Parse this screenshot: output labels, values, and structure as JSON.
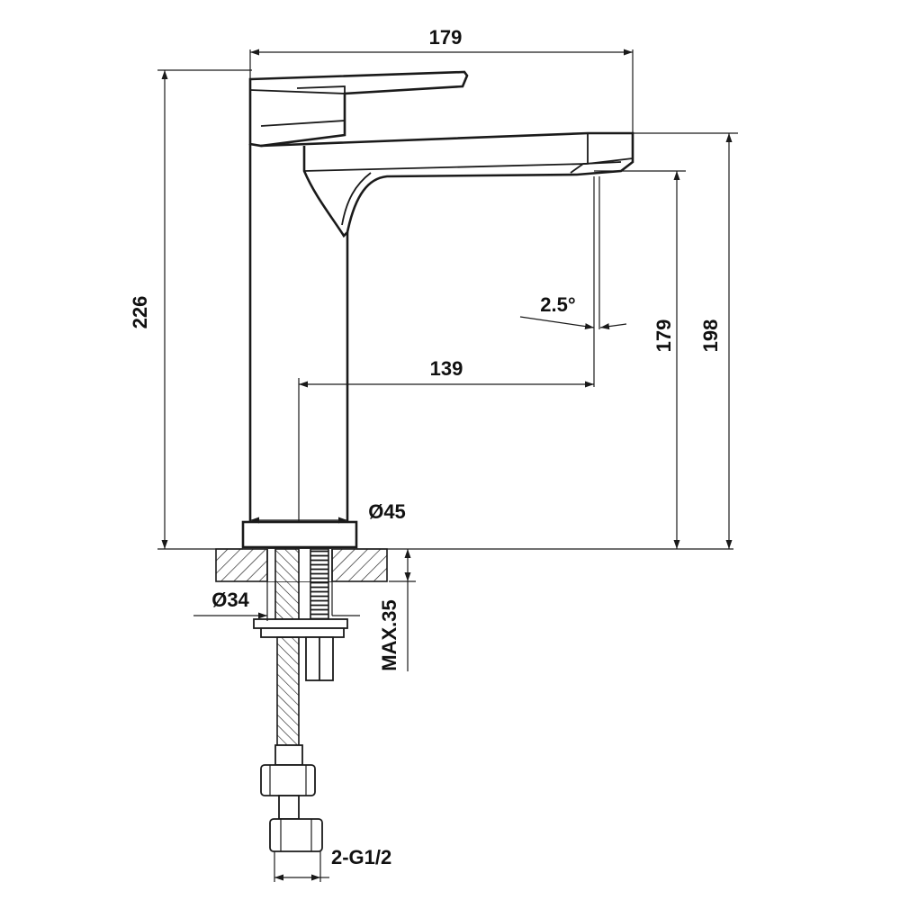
{
  "dimensions": {
    "overall_width": "179",
    "overall_height": "226",
    "spout_height": "179",
    "top_height": "198",
    "spout_reach": "139",
    "spout_angle": "2.5°",
    "body_diameter": "Ø45",
    "shank_diameter": "Ø34",
    "max_deck_thickness": "MAX.35",
    "hose_connection": "2-G1/2"
  },
  "colors": {
    "line": "#1a1a1a",
    "background": "#ffffff"
  }
}
